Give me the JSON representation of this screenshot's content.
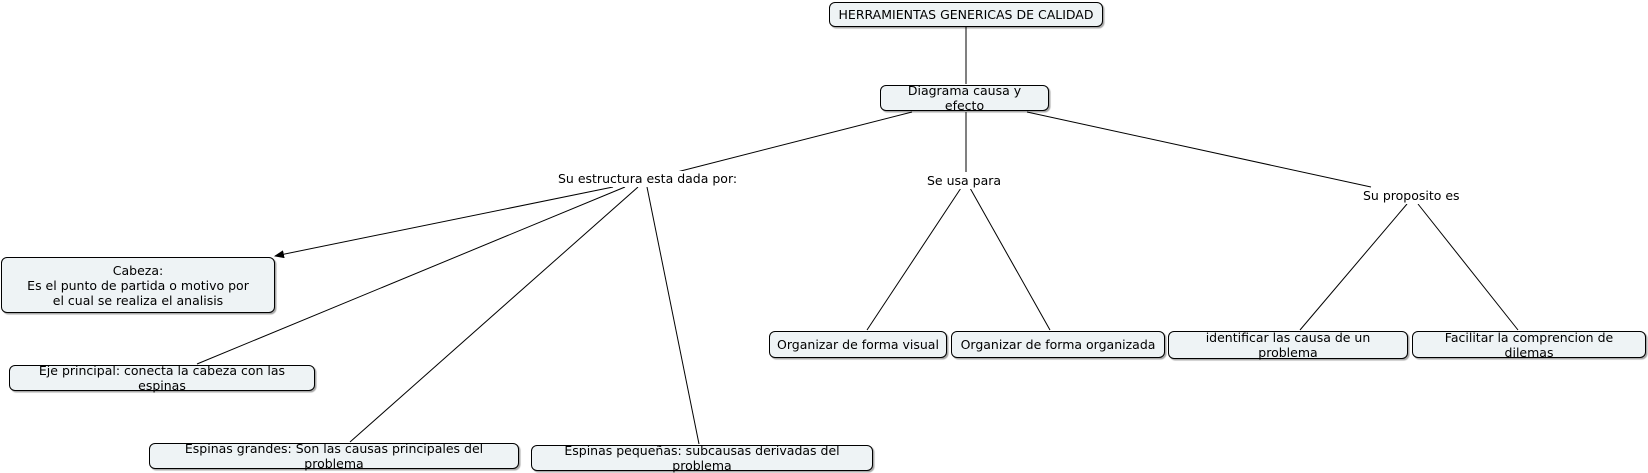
{
  "nodes": {
    "root": "HERRAMIENTAS GENERICAS DE CALIDAD",
    "diagram": "Diagrama causa y efecto",
    "cabeza": "Cabeza:\nEs el punto de partida o motivo por\nel cual se realiza el analisis",
    "eje": "Eje principal: conecta la cabeza con las espinas",
    "espinas_grandes": "Espinas grandes: Son las causas principales del problema",
    "espinas_pequenas": "Espinas pequeñas: subcausas derivadas del problema",
    "org_visual": "Organizar de forma visual",
    "org_organizada": "Organizar de forma organizada",
    "identificar": "identificar las causa de un problema",
    "facilitar": "Facilitar la comprencion de dilemas"
  },
  "linking_phrases": {
    "estructura": "Su estructura esta dada por:",
    "se_usa": "Se usa para",
    "proposito": "Su proposito es"
  }
}
